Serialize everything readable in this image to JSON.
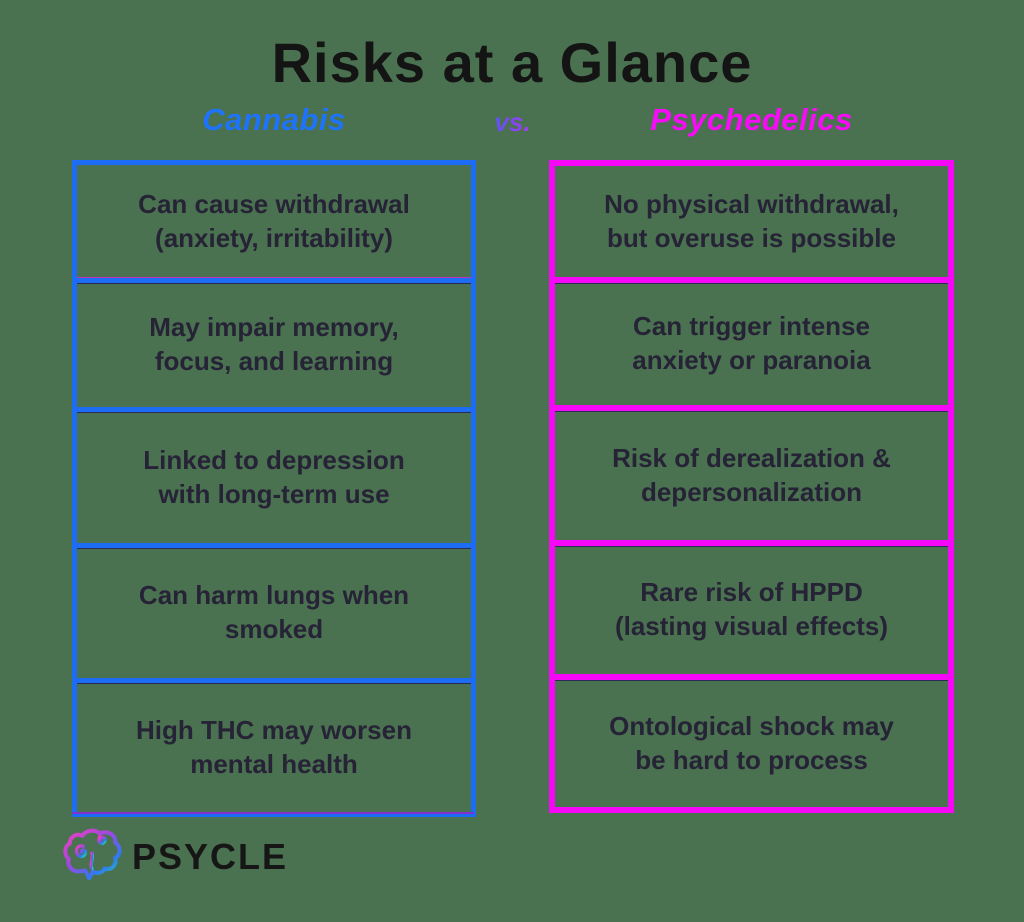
{
  "title": "Risks at a Glance",
  "vs_label": "vs.",
  "columns": [
    {
      "label": "Cannabis",
      "border_color": "#1c6cf4",
      "label_color": "#1d74fb",
      "rows": [
        {
          "line1": "Can cause withdrawal",
          "line2": "(anxiety, irritability)"
        },
        {
          "line1": "May impair memory,",
          "line2": "focus, and learning"
        },
        {
          "line1": "Linked to depression",
          "line2": "with long-term use"
        },
        {
          "line1": "Can harm lungs when",
          "line2": "smoked"
        },
        {
          "line1": "High THC may worsen",
          "line2": "mental health"
        }
      ]
    },
    {
      "label": "Psychedelics",
      "border_color": "#f707f7",
      "label_color": "#f80cf8",
      "rows": [
        {
          "line1": "No physical withdrawal,",
          "line2": "but overuse is possible"
        },
        {
          "line1": "Can trigger intense",
          "line2": "anxiety or paranoia"
        },
        {
          "line1": "Risk of derealization &",
          "line2": "depersonalization"
        },
        {
          "line1": "Rare risk of HPPD",
          "line2": "(lasting visual effects)"
        },
        {
          "line1": "Ontological shock may",
          "line2": "be hard to process"
        }
      ]
    }
  ],
  "logo": {
    "brand": "PSYCLE",
    "icon": "brain-gradient-icon"
  },
  "colors": {
    "background": "#4a7150",
    "title_text": "#141414",
    "blue_border": "#1c6cf4",
    "blue_label": "#1d74fb",
    "magenta_border": "#f707f7",
    "magenta_label": "#f80cf8",
    "vs_gradient_start": "#2f63ee",
    "vs_gradient_end": "#d12ef0",
    "box_text": "#262336",
    "brand_text": "#161616"
  }
}
